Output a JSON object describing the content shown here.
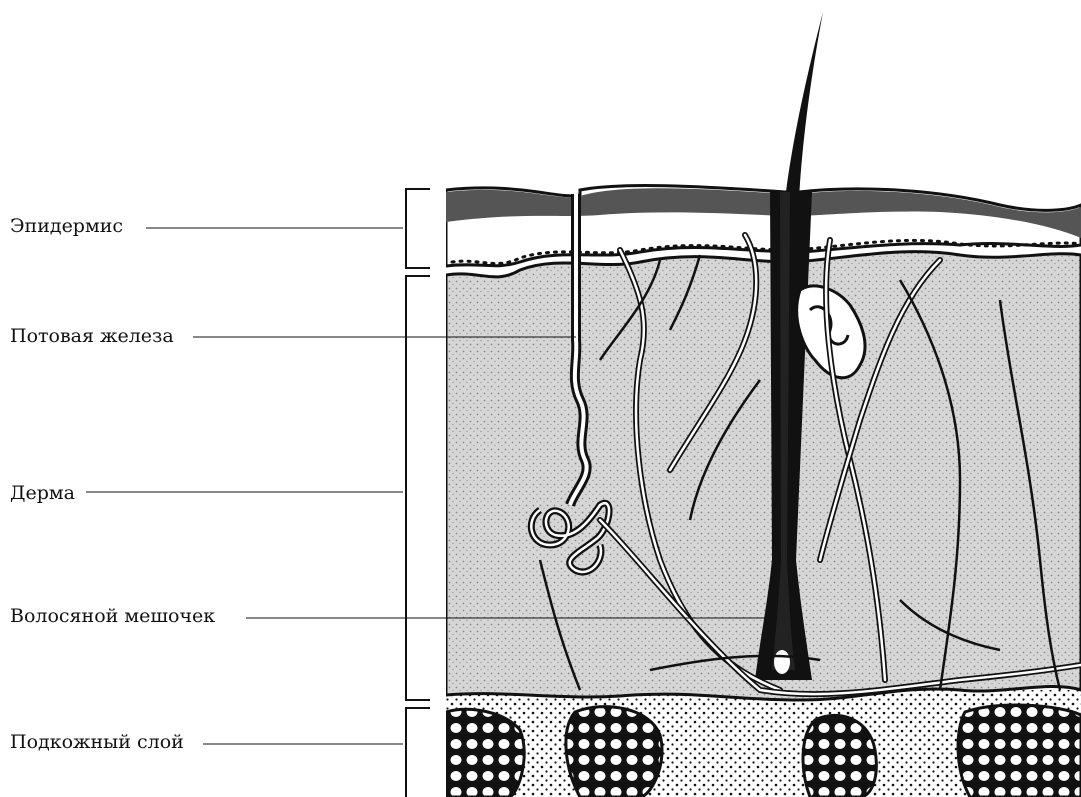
{
  "labels": {
    "epidermis": "Эпидермис",
    "sweat_gland": "Потовая железа",
    "dermis": "Дерма",
    "hair_follicle": "Волосяной мешочек",
    "subcutaneous": "Подкожный слой"
  },
  "colors": {
    "ink": "#111111",
    "epidermis_fill": "#5a5a5a",
    "dermis_fill": "#d9d9d9",
    "subcutaneous_fill": "#ffffff"
  }
}
